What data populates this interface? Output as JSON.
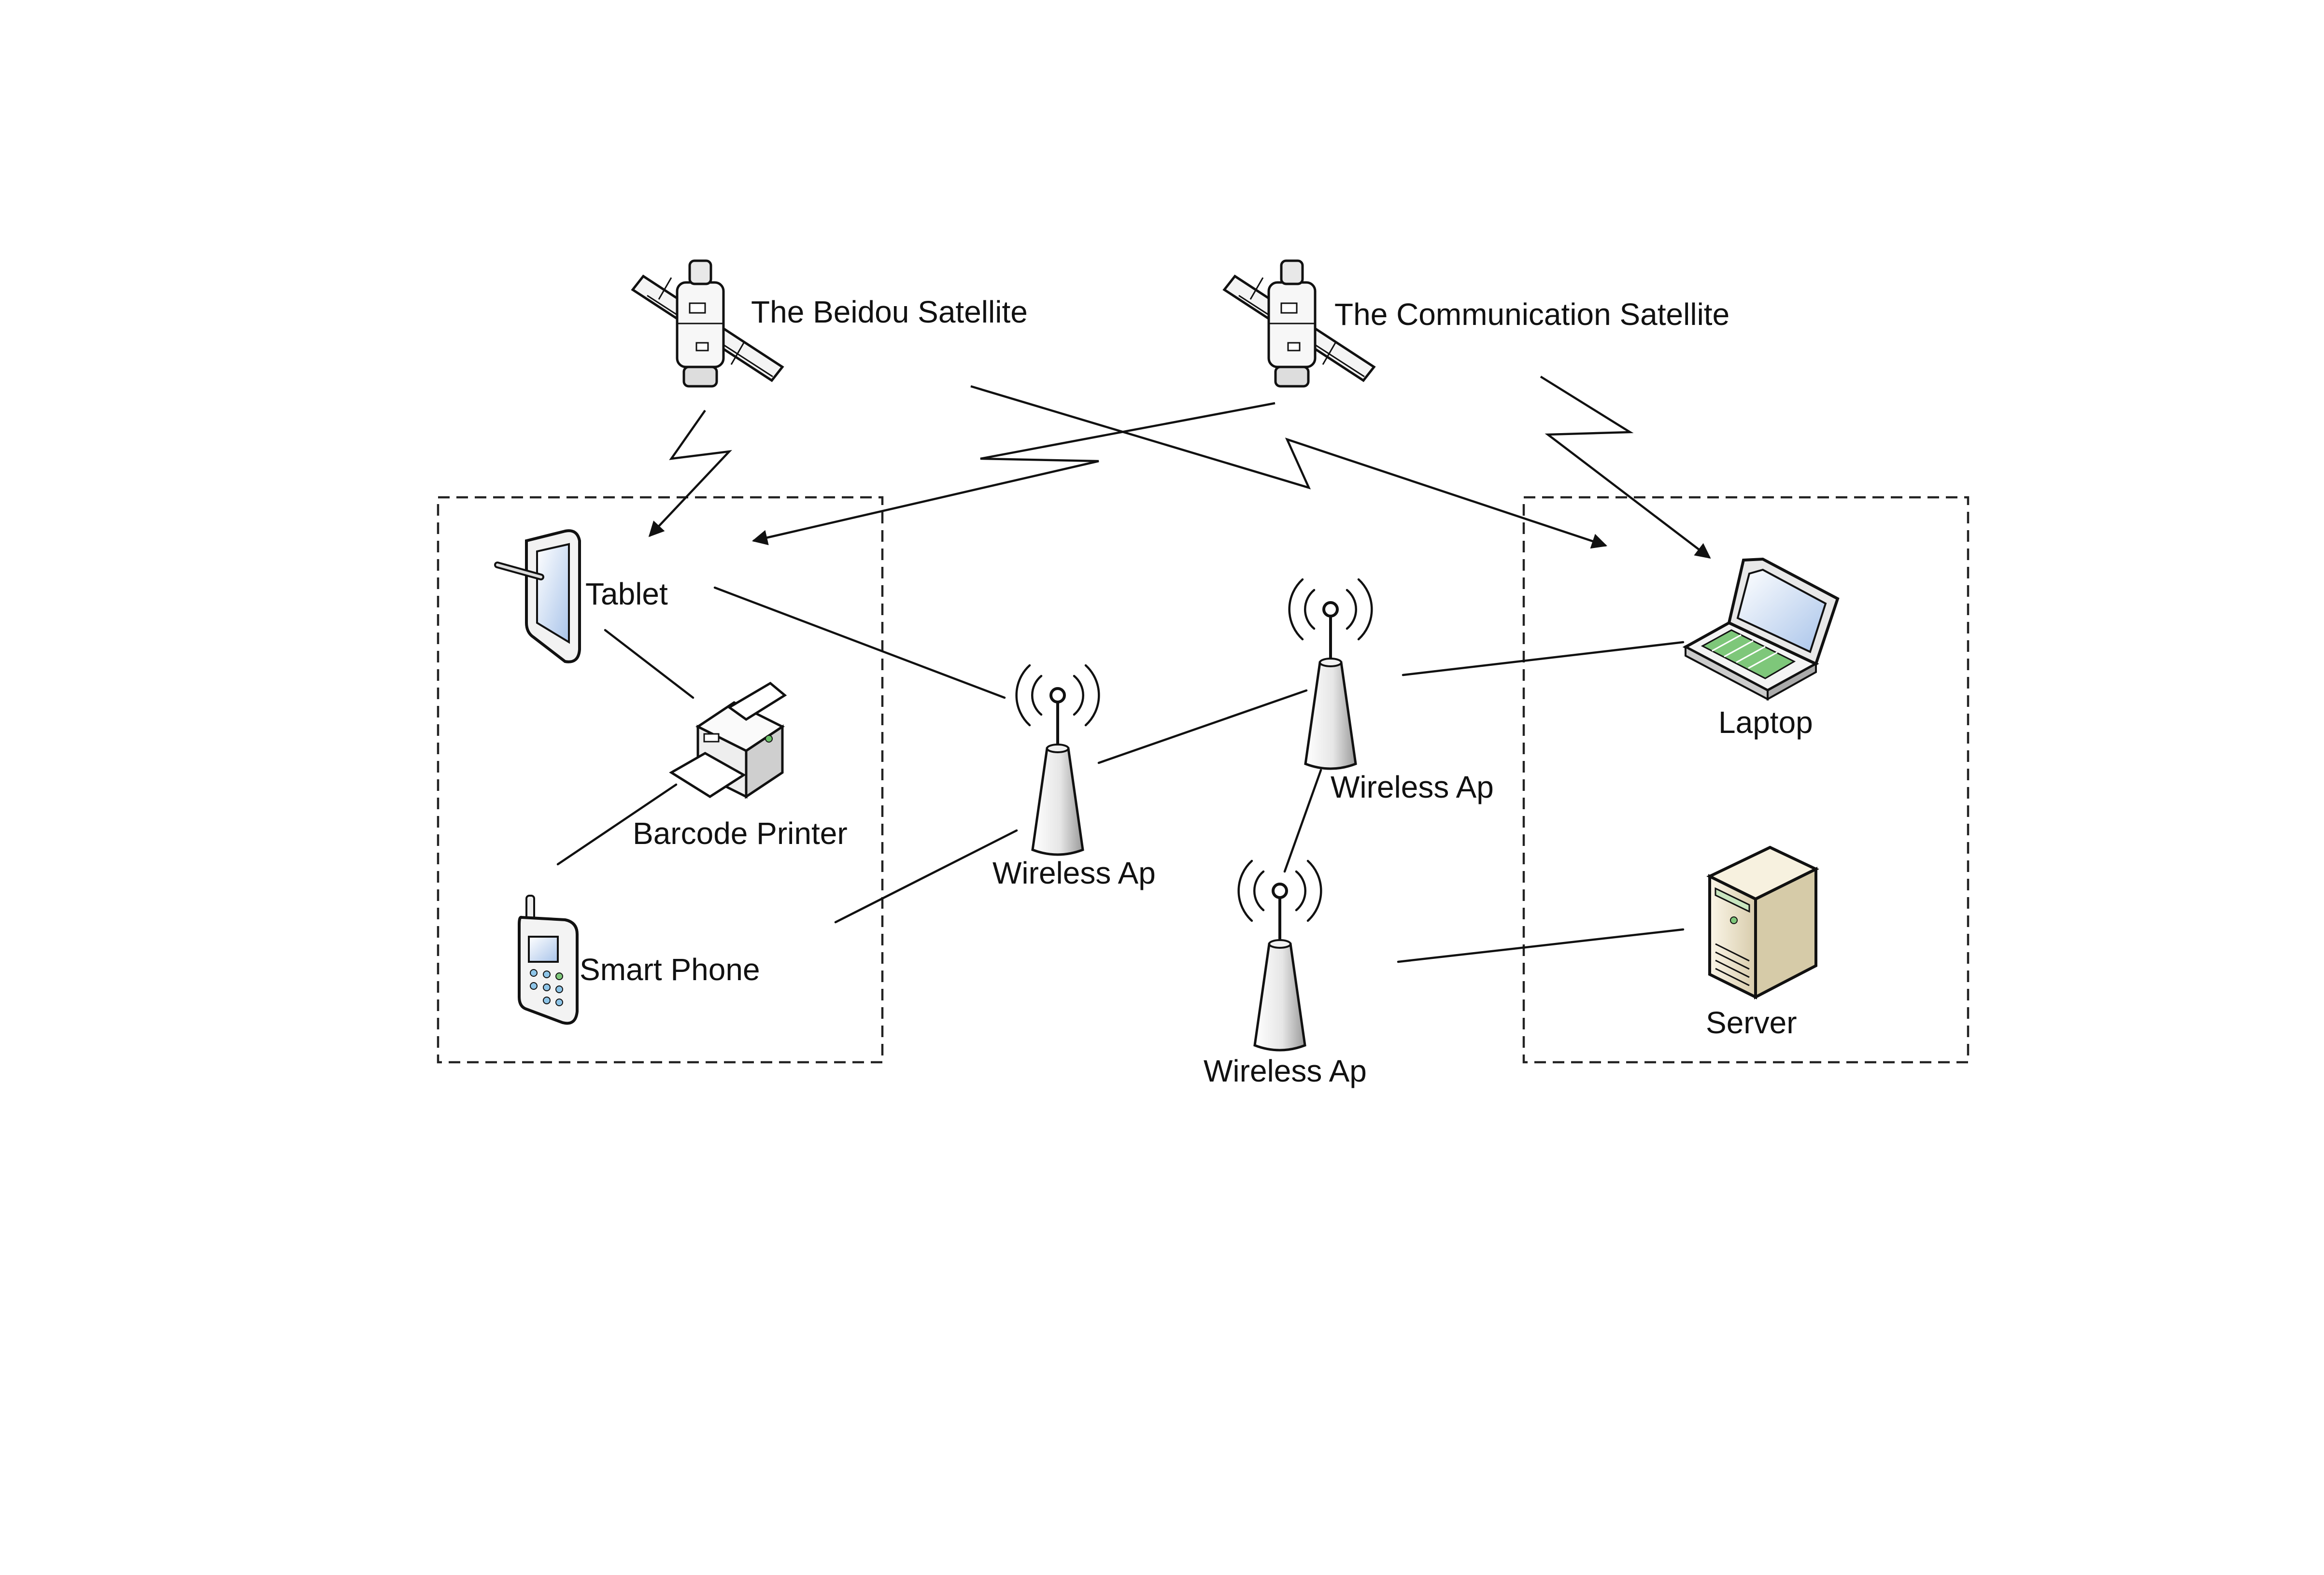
{
  "diagram": {
    "satellites": {
      "beidou": "The Beidou Satellite",
      "communication": "The Communication Satellite"
    },
    "field_devices": {
      "tablet": "Tablet",
      "barcode_printer": "Barcode Printer",
      "smart_phone": "Smart Phone"
    },
    "access_points": {
      "ap_left": "Wireless Ap",
      "ap_right": "Wireless Ap",
      "ap_bottom": "Wireless Ap"
    },
    "office_devices": {
      "laptop": "Laptop",
      "server": "Server"
    }
  },
  "icons": {
    "satellite": "satellite-icon",
    "tablet": "tablet-icon",
    "printer": "printer-icon",
    "phone": "phone-icon",
    "access_point": "wireless-ap-icon",
    "laptop": "laptop-icon",
    "server": "server-icon"
  },
  "colors": {
    "line": "#111111",
    "device_body": "#f2f2f2",
    "screen": "#bcd3ef",
    "keys": "#7ec77a",
    "server_body": "#efe6d0"
  }
}
